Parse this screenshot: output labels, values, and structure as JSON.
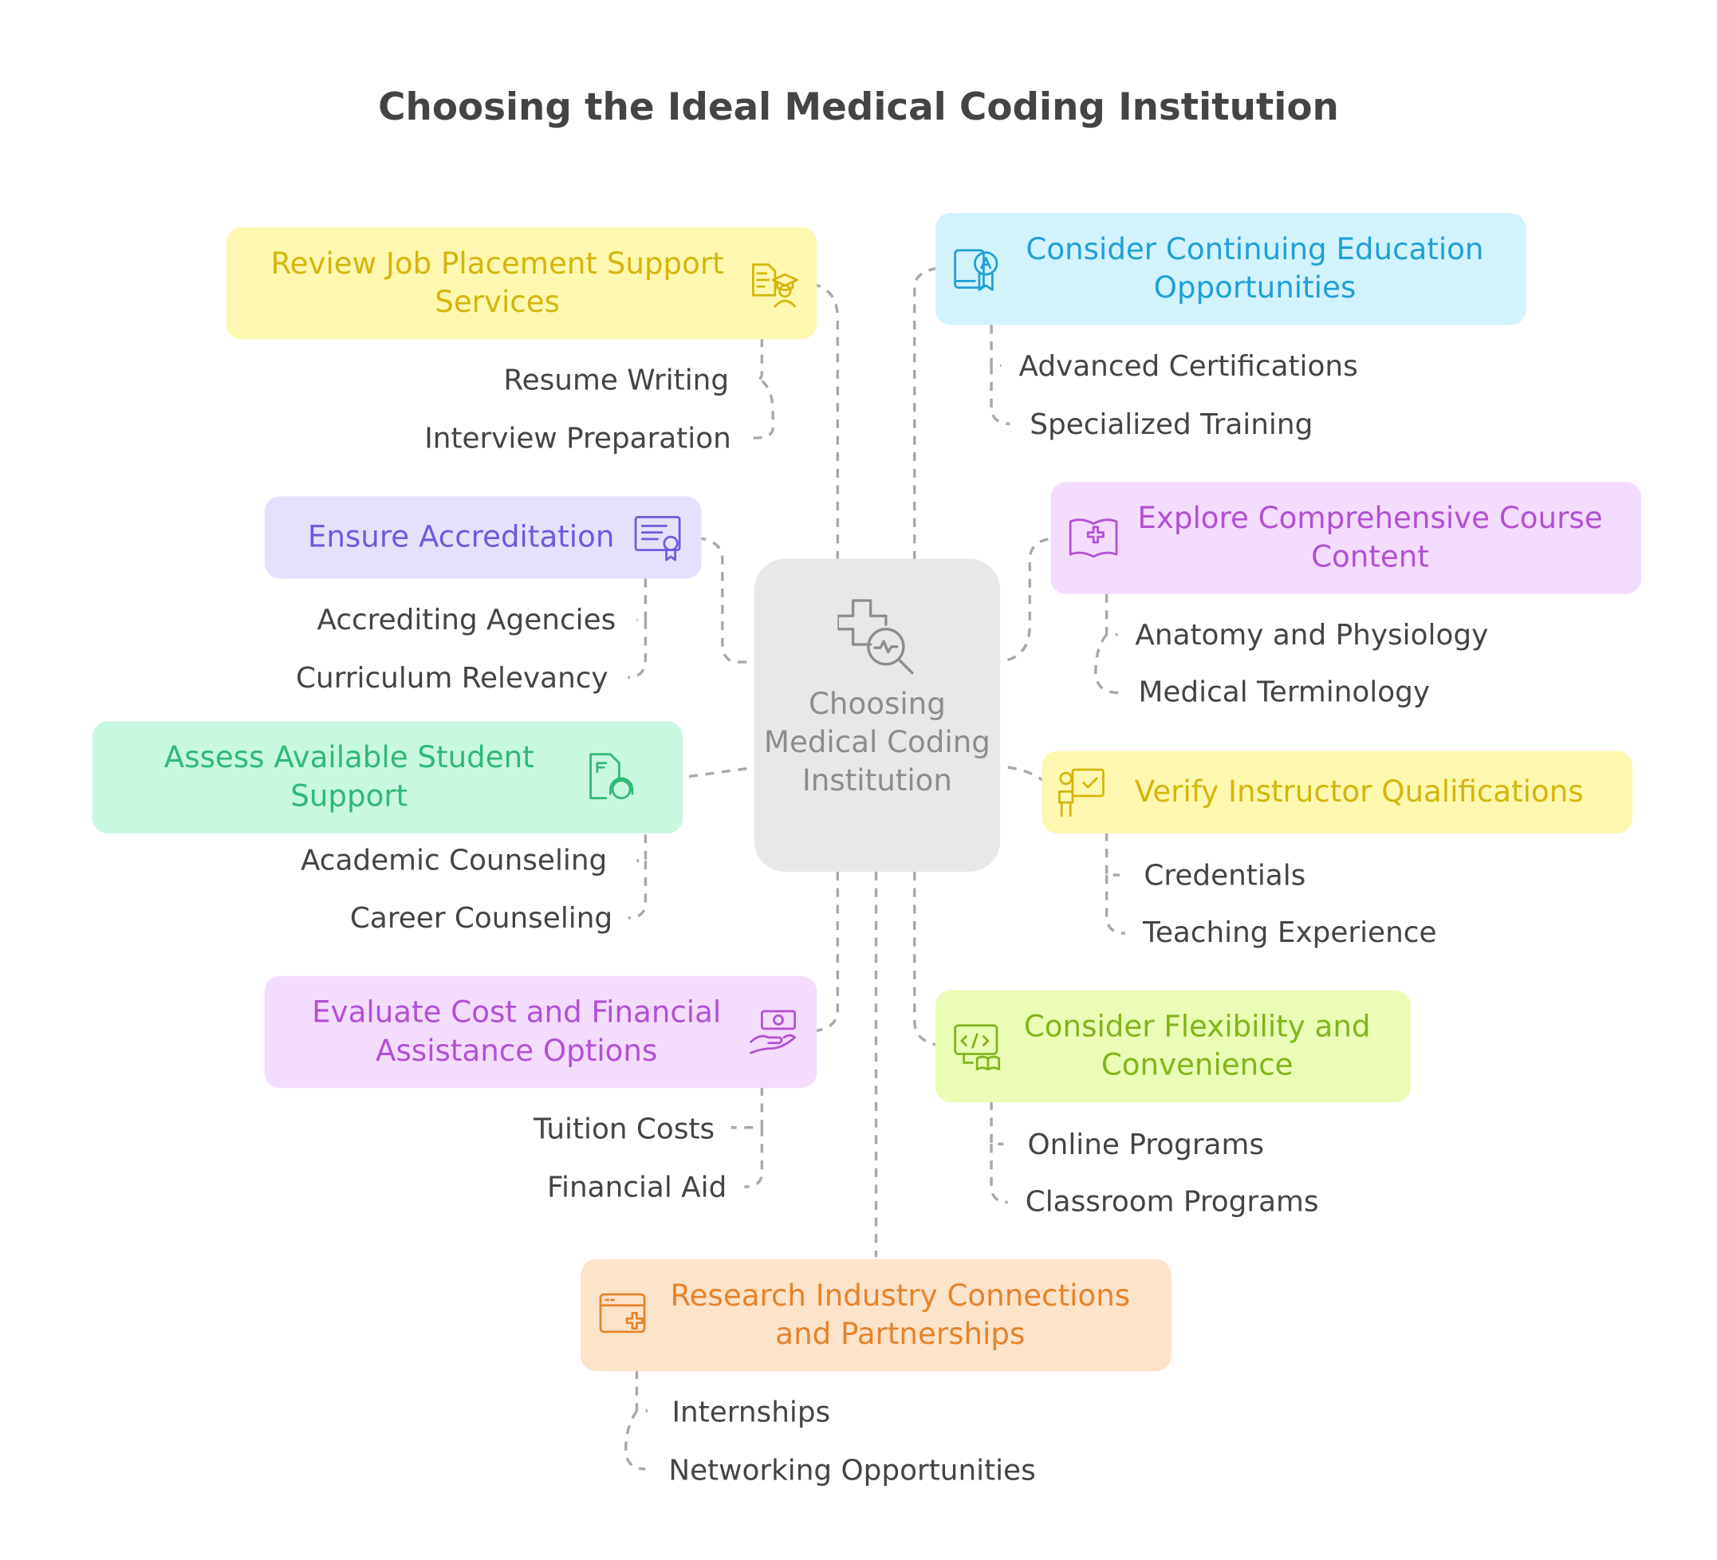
{
  "title": "Choosing the Ideal Medical Coding Institution",
  "center": {
    "label": "Choosing Medical Coding Institution",
    "icon": "medical-search-icon"
  },
  "branches": [
    {
      "id": "job-placement",
      "label": "Review Job Placement Support Services",
      "icon": "graduate-certificate-icon",
      "color": "#d4b50a",
      "background": "#fef7b0",
      "items": [
        "Resume Writing",
        "Interview Preparation"
      ]
    },
    {
      "id": "accreditation",
      "label": "Ensure Accreditation",
      "icon": "certificate-icon",
      "color": "#7058e0",
      "background": "#e6e0fc",
      "items": [
        "Accrediting Agencies",
        "Curriculum Relevancy"
      ]
    },
    {
      "id": "student-support",
      "label": "Assess Available Student Support",
      "icon": "support-headset-icon",
      "color": "#2fb877",
      "background": "#c8f8df",
      "items": [
        "Academic Counseling",
        "Career Counseling"
      ]
    },
    {
      "id": "cost",
      "label": "Evaluate Cost and Financial Assistance Options",
      "icon": "money-hand-icon",
      "color": "#b34fd6",
      "background": "#f3dcfd",
      "items": [
        "Tuition Costs",
        "Financial Aid"
      ]
    },
    {
      "id": "continuing-education",
      "label": "Consider Continuing Education Opportunities",
      "icon": "tablet-award-icon",
      "color": "#1f9fd6",
      "background": "#d2f2fd",
      "items": [
        "Advanced Certifications",
        "Specialized Training"
      ]
    },
    {
      "id": "course-content",
      "label": "Explore Comprehensive Course Content",
      "icon": "medical-book-icon",
      "color": "#b34fd6",
      "background": "#f3dcfd",
      "items": [
        "Anatomy and Physiology",
        "Medical Terminology"
      ]
    },
    {
      "id": "instructor",
      "label": "Verify Instructor Qualifications",
      "icon": "instructor-board-icon",
      "color": "#d4b50a",
      "background": "#fef7b0",
      "items": [
        "Credentials",
        "Teaching Experience"
      ]
    },
    {
      "id": "flexibility",
      "label": "Consider Flexibility and Convenience",
      "icon": "code-monitor-book-icon",
      "color": "#7fb51a",
      "background": "#eafcb5",
      "items": [
        "Online Programs",
        "Classroom Programs"
      ]
    },
    {
      "id": "industry",
      "label": "Research Industry Connections and Partnerships",
      "icon": "browser-medical-icon",
      "color": "#e6832b",
      "background": "#fee3cb",
      "items": [
        "Internships",
        "Networking Opportunities"
      ]
    }
  ]
}
